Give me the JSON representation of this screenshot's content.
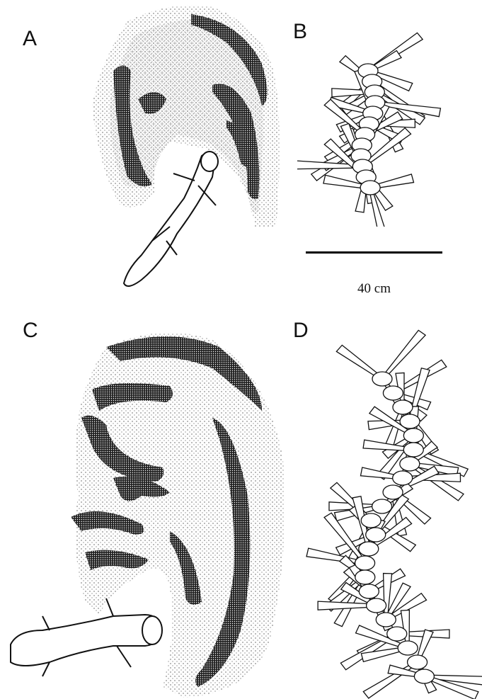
{
  "panels": {
    "a": {
      "label": "A"
    },
    "b": {
      "label": "B"
    },
    "c": {
      "label": "C"
    },
    "d": {
      "label": "D"
    }
  },
  "scale": {
    "text": "40 cm"
  },
  "colors": {
    "ink": "#111111",
    "background": "#ffffff"
  }
}
